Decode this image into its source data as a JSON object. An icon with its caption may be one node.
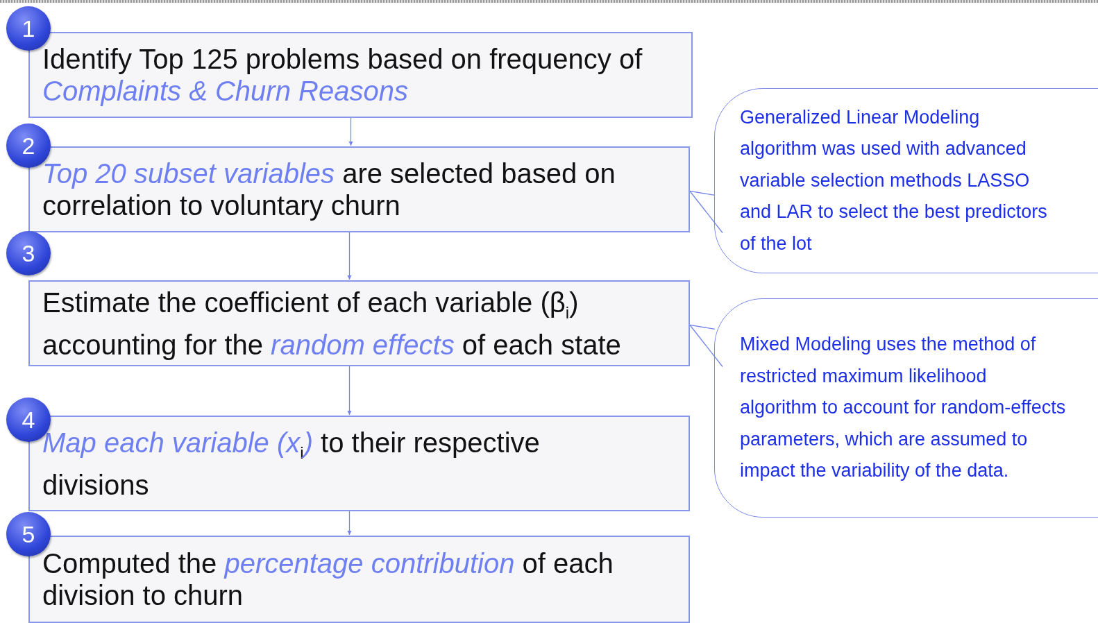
{
  "diagram": {
    "nodes": [
      {
        "text": [
          "1"
        ]
      },
      {
        "text": [
          "Identify Top 125 problems based on frequency of *Complaints & Churn Reasons*"
        ]
      },
      {
        "text": [
          "2"
        ]
      },
      {
        "text": [
          "*Top 20 subset variables* are selected based on correlation to voluntary churn"
        ]
      },
      {
        "text": [
          "Generalized Linear Modeling algorithm was used with advanced variable selection methods LASSO and LAR to select the best predictors of the lot"
        ]
      },
      {
        "text": [
          "3"
        ]
      },
      {
        "text": [
          "Estimate the coefficient of each variable (β$_{i}$) accounting for the *random effects* of each state"
        ]
      },
      {
        "text": [
          "Mixed Modeling uses the method of restricted maximum likelihood algorithm to account for random-effects parameters, which are assumed to impact the variability of the data."
        ]
      },
      {
        "text": [
          "4"
        ]
      },
      {
        "text": [
          "*Map each variable (x*$_{i}$*)* to their respective divisions"
        ]
      },
      {
        "text": [
          "5"
        ]
      },
      {
        "text": [
          "Computed the *percentage contribution* of each division to churn"
        ]
      }
    ],
    "edges": [
      {
        "from": 1,
        "to": 3,
        "arrow": "to"
      },
      {
        "from": 3,
        "to": 6,
        "arrow": "to"
      },
      {
        "from": 6,
        "to": 9,
        "arrow": "to"
      },
      {
        "from": 9,
        "to": 11,
        "arrow": "to"
      },
      {
        "from": 4,
        "to": 3,
        "arrow": "none"
      },
      {
        "from": 7,
        "to": 6,
        "arrow": "none"
      }
    ]
  }
}
